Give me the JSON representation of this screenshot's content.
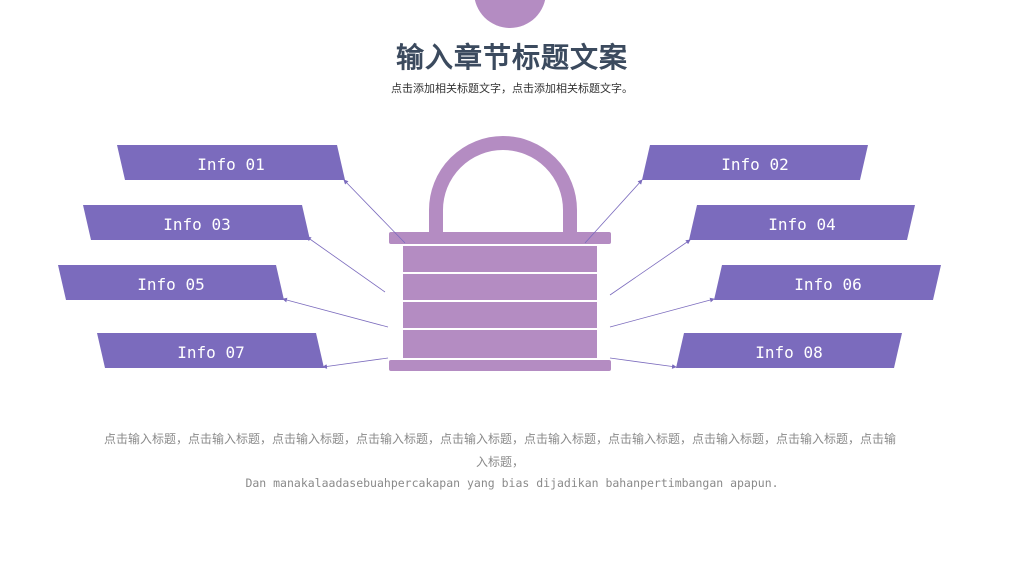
{
  "header": {
    "title": "输入章节标题文案",
    "subtitle": "点击添加相关标题文字，点击添加相关标题文字。"
  },
  "colors": {
    "accent": "#7b6bbd",
    "lock": "#b48cc2",
    "title": "#3b4a5e",
    "arrow": "#7b6bbd"
  },
  "infos": [
    {
      "label": "Info 01"
    },
    {
      "label": "Info 02"
    },
    {
      "label": "Info 03"
    },
    {
      "label": "Info 04"
    },
    {
      "label": "Info 05"
    },
    {
      "label": "Info 06"
    },
    {
      "label": "Info 07"
    },
    {
      "label": "Info 08"
    }
  ],
  "body": {
    "chinese": "点击输入标题，点击输入标题，点击输入标题，点击输入标题，点击输入标题，点击输入标题，点击输入标题，点击输入标题，点击输入标题，点击输入标题，",
    "latin": "Dan manakalaadasebuahpercakapan yang bias dijadikan bahanpertimbangan apapun."
  }
}
